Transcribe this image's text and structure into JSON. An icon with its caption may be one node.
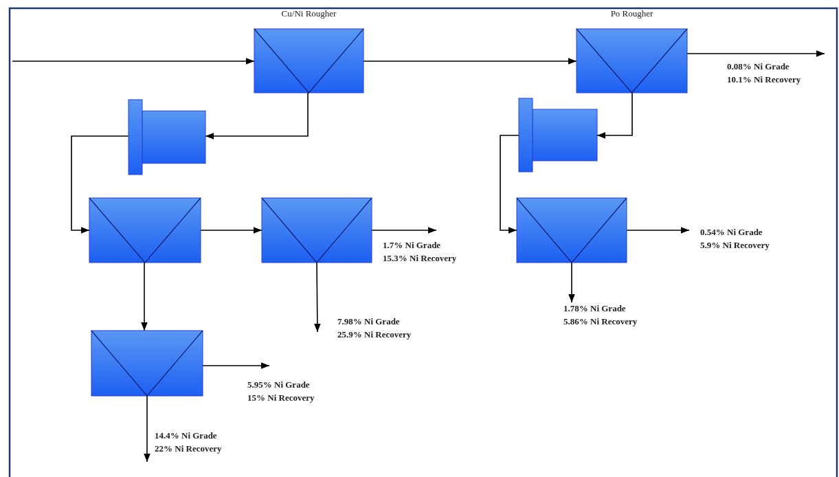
{
  "diagram": {
    "nodes": [
      {
        "text": [
          "Cu/Ni Rougher"
        ]
      },
      {
        "text": [
          "Po Rougher"
        ]
      },
      {
        "text": [],
        "shape": "mill"
      },
      {
        "text": [],
        "shape": "mill"
      },
      {
        "text": [],
        "shape": "box"
      },
      {
        "text": [],
        "shape": "box"
      },
      {
        "text": [],
        "shape": "box"
      },
      {
        "text": [],
        "shape": "box"
      },
      {
        "text": [
          "0.08% Ni Grade",
          "10.1% Ni Recovery"
        ]
      },
      {
        "text": [
          "1.7% Ni Grade",
          "15.3% Ni Recovery"
        ]
      },
      {
        "text": [
          "0.54% Ni Grade",
          "5.9% Ni Recovery"
        ]
      },
      {
        "text": [
          "7.98% Ni Grade",
          "25.9% Ni Recovery"
        ]
      },
      {
        "text": [
          "1.78% Ni Grade",
          "5.86% Ni Recovery"
        ]
      },
      {
        "text": [
          "5.95% Ni Grade",
          "15% Ni Recovery"
        ]
      },
      {
        "text": [
          "14.4% Ni Grade",
          "22% Ni Recovery"
        ]
      }
    ],
    "edges": [
      {
        "from": null,
        "to": 0,
        "arrow": "to"
      },
      {
        "from": 0,
        "to": 1,
        "arrow": "to"
      },
      {
        "from": 1,
        "to": 8,
        "arrow": "to"
      },
      {
        "from": 0,
        "to": 2,
        "arrow": "to"
      },
      {
        "from": 2,
        "to": 4,
        "arrow": "to"
      },
      {
        "from": 4,
        "to": 5,
        "arrow": "to"
      },
      {
        "from": 5,
        "to": 9,
        "arrow": "to"
      },
      {
        "from": 5,
        "to": 11,
        "arrow": "to"
      },
      {
        "from": 4,
        "to": 7,
        "arrow": "to"
      },
      {
        "from": 7,
        "to": 13,
        "arrow": "to"
      },
      {
        "from": 7,
        "to": 14,
        "arrow": "to"
      },
      {
        "from": 1,
        "to": 3,
        "arrow": "to"
      },
      {
        "from": 3,
        "to": 6,
        "arrow": "to"
      },
      {
        "from": 6,
        "to": 10,
        "arrow": "to"
      },
      {
        "from": 6,
        "to": 12,
        "arrow": "to"
      }
    ]
  }
}
